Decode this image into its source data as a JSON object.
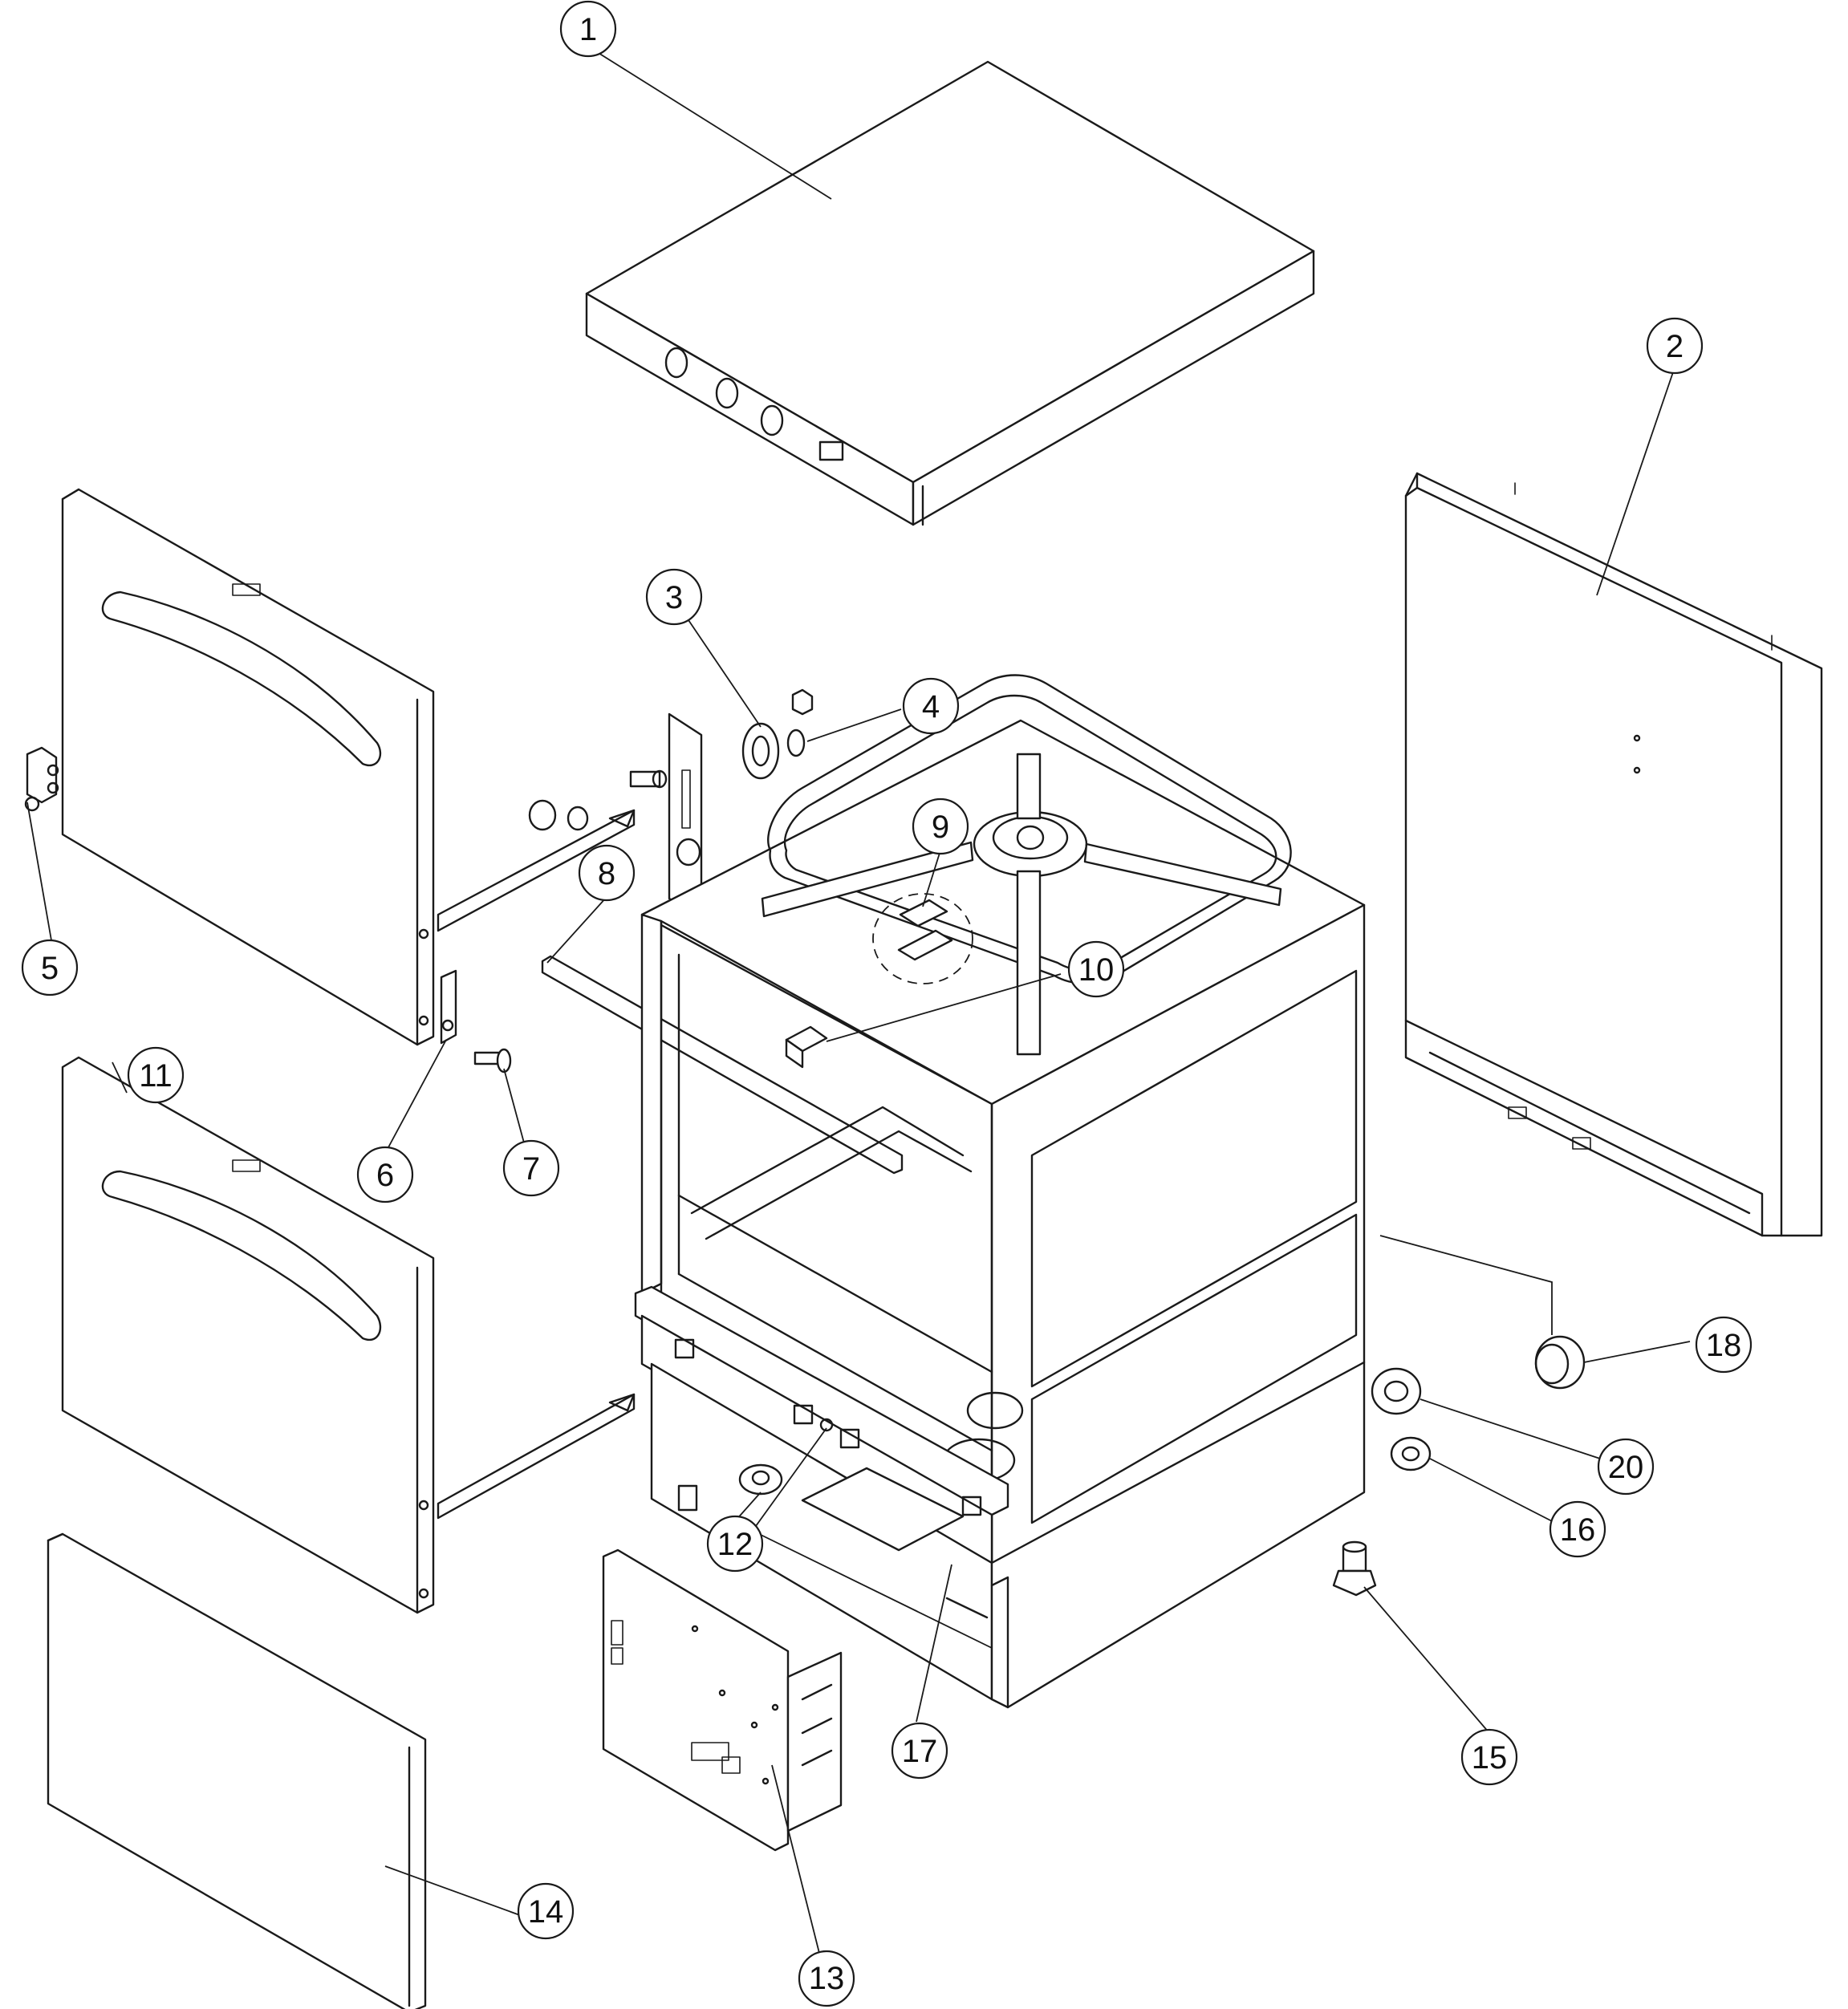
{
  "diagram": {
    "callouts": [
      {
        "id": "1",
        "label": "1"
      },
      {
        "id": "2",
        "label": "2"
      },
      {
        "id": "3",
        "label": "3"
      },
      {
        "id": "4",
        "label": "4"
      },
      {
        "id": "5",
        "label": "5"
      },
      {
        "id": "6",
        "label": "6"
      },
      {
        "id": "7",
        "label": "7"
      },
      {
        "id": "8",
        "label": "8"
      },
      {
        "id": "9",
        "label": "9"
      },
      {
        "id": "10",
        "label": "10"
      },
      {
        "id": "11",
        "label": "11"
      },
      {
        "id": "12",
        "label": "12"
      },
      {
        "id": "13",
        "label": "13"
      },
      {
        "id": "14",
        "label": "14"
      },
      {
        "id": "15",
        "label": "15"
      },
      {
        "id": "16",
        "label": "16"
      },
      {
        "id": "17",
        "label": "17"
      },
      {
        "id": "18",
        "label": "18"
      },
      {
        "id": "20",
        "label": "20"
      }
    ],
    "colors": {
      "line": "#1a1a1a",
      "background": "#ffffff"
    }
  }
}
